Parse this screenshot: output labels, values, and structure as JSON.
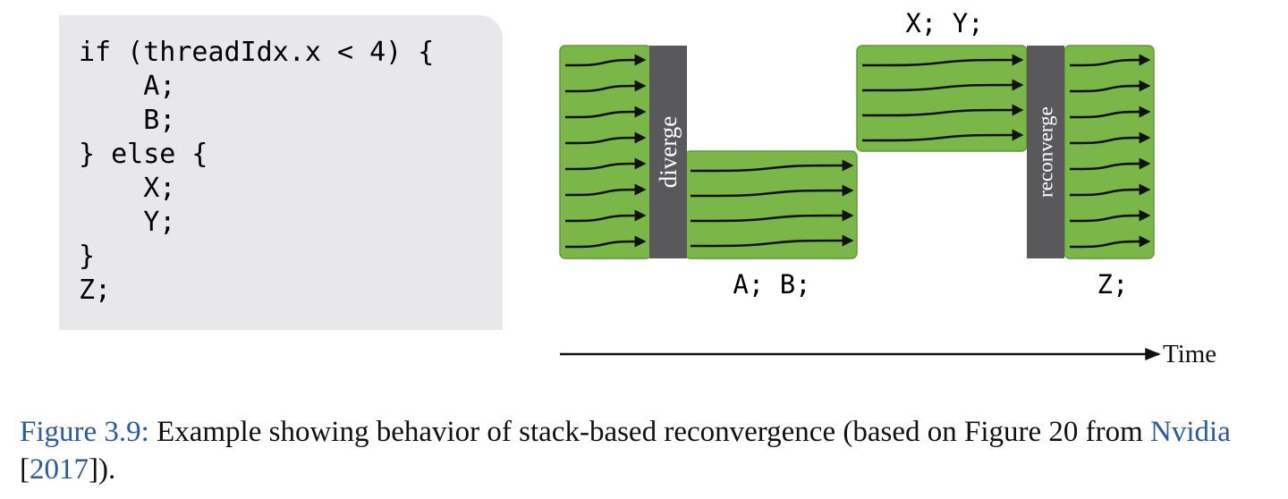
{
  "code": {
    "lines": [
      "if (threadIdx.x < 4) {",
      "    A;",
      "    B;",
      "} else {",
      "    X;",
      "    Y;",
      "}",
      "Z;"
    ]
  },
  "diagram": {
    "labels": {
      "diverge": "diverge",
      "reconverge": "reconverge",
      "xy": "X; Y;",
      "ab": "A; B;",
      "z": "Z;",
      "time": "Time"
    },
    "colors": {
      "green": "#7ab648",
      "green_dark": "#5f9a33",
      "bar": "#59595b",
      "arrow": "#111111"
    }
  },
  "caption": {
    "figure_ref": "Figure 3.9:",
    "text": " Example showing behavior of stack-based reconvergence (based on Figure 20 from ",
    "source": "Nvidia",
    "bracket_open": " [",
    "year": "2017",
    "bracket_close": "])."
  }
}
